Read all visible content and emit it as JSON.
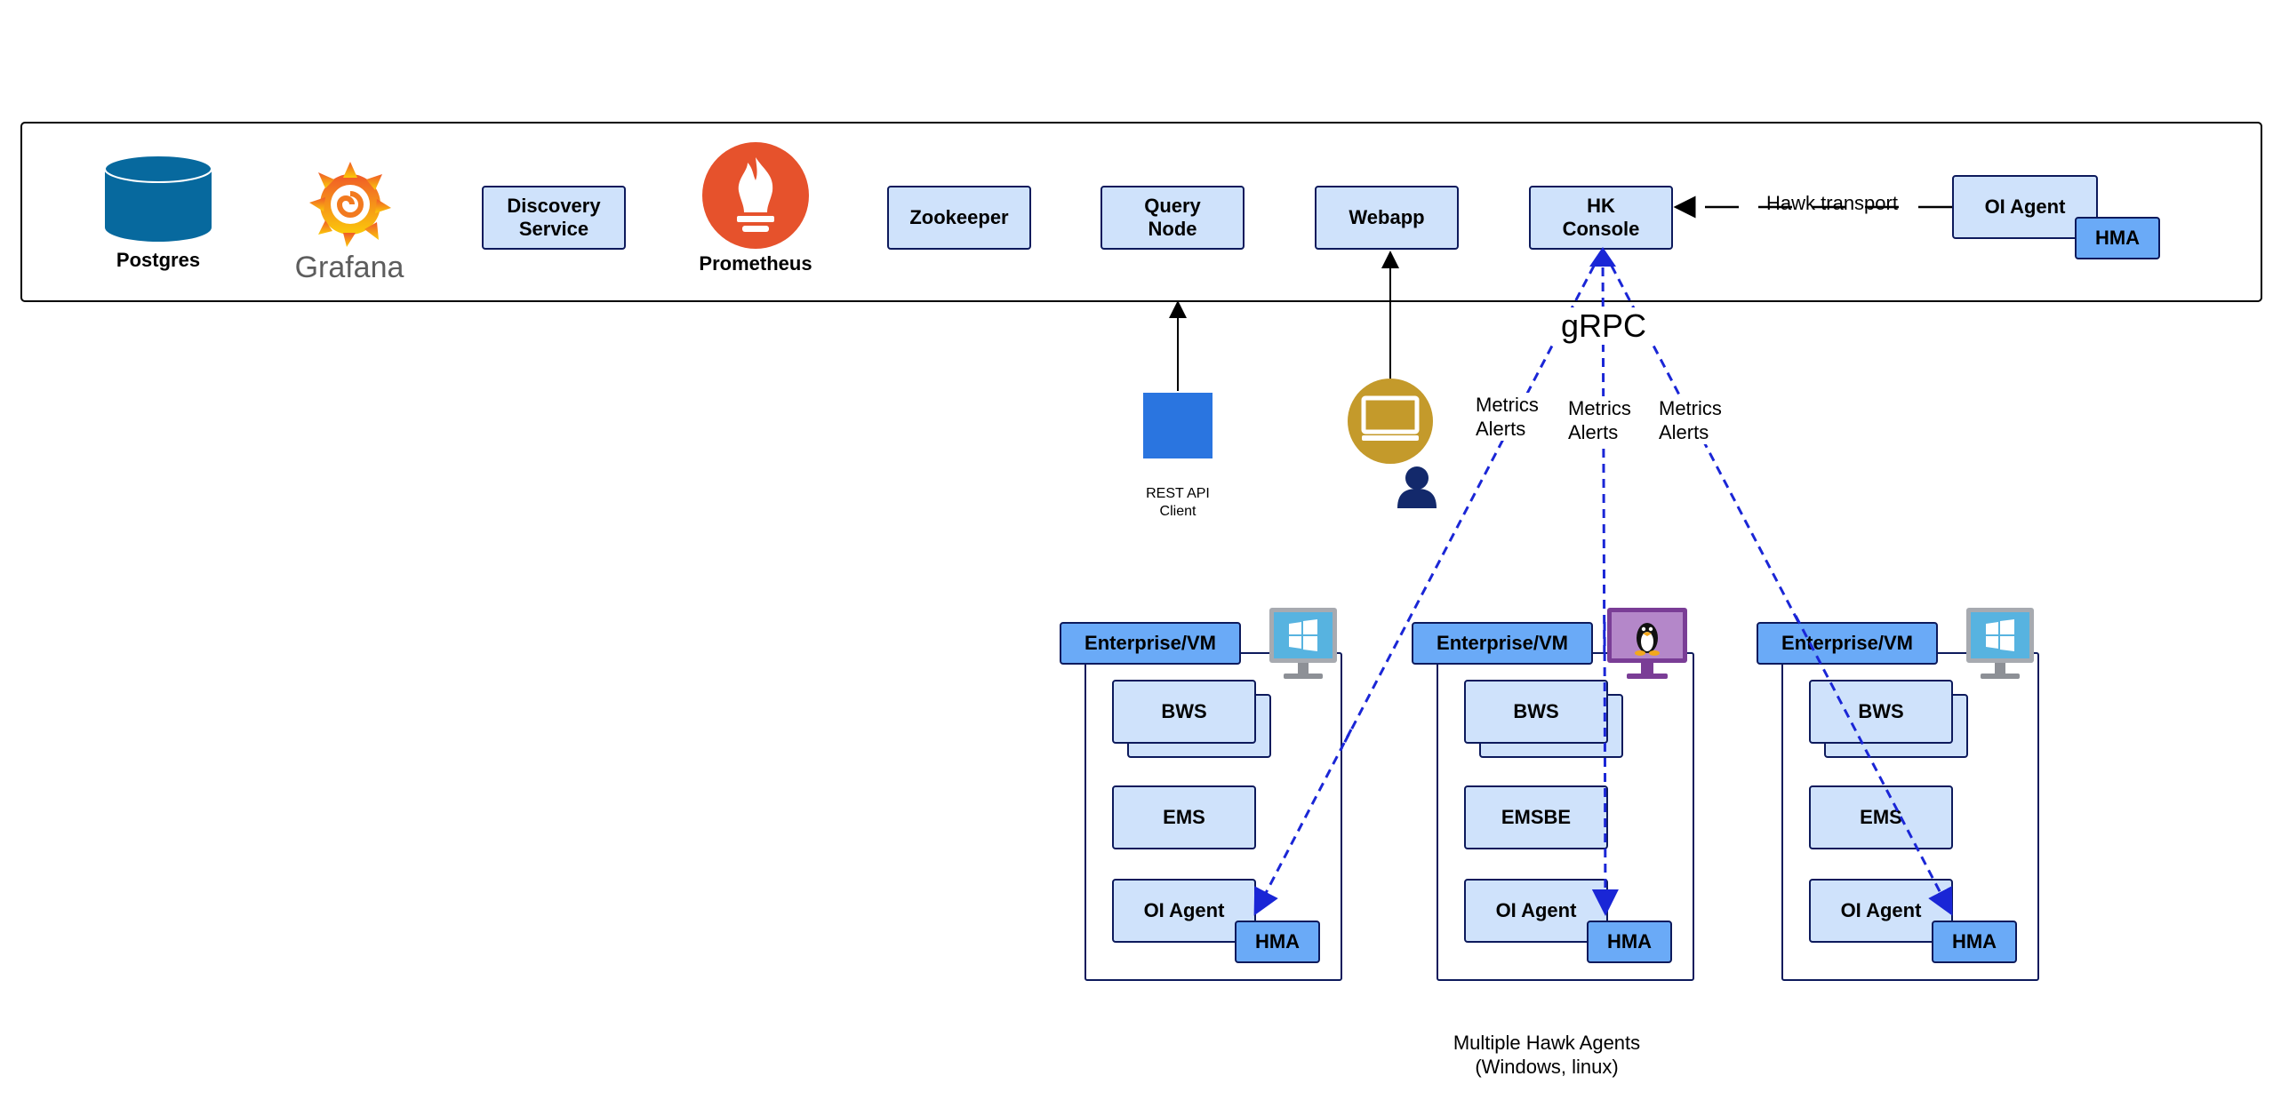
{
  "platform": {
    "postgres": "Postgres",
    "grafana": "Grafana",
    "discovery": "Discovery\nService",
    "prometheus": "Prometheus",
    "zookeeper": "Zookeeper",
    "query_node": "Query\nNode",
    "webapp": "Webapp",
    "hk_console": "HK\nConsole",
    "hawk_transport": "Hawk transport",
    "remote_agent": {
      "label": "OI Agent",
      "hma": "HMA"
    }
  },
  "grpc": "gRPC",
  "flows": [
    "Metrics\nAlerts",
    "Metrics\nAlerts",
    "Metrics\nAlerts"
  ],
  "rest_client": "REST API\nClient",
  "vms": [
    {
      "title": "Enterprise/VM",
      "os_icon": "windows-monitor-icon",
      "items": [
        "BWS",
        "EMS",
        "OI Agent"
      ],
      "hma": "HMA"
    },
    {
      "title": "Enterprise/VM",
      "os_icon": "linux-monitor-icon",
      "items": [
        "BWS",
        "EMSBE",
        "OI Agent"
      ],
      "hma": "HMA"
    },
    {
      "title": "Enterprise/VM",
      "os_icon": "windows-monitor-icon",
      "items": [
        "BWS",
        "EMS",
        "OI Agent"
      ],
      "hma": "HMA"
    }
  ],
  "caption": "Multiple Hawk Agents\n(Windows, linux)",
  "colors": {
    "box_fill": "#cfe2fb",
    "box_dark": "#6aaaf7",
    "border": "#0d1a5c",
    "dashed_arrow": "#1a26d6",
    "postgres": "#07699e",
    "prometheus": "#e6522c",
    "monitor_gold": "#c49a2b",
    "rest_client": "#2a75e0"
  }
}
